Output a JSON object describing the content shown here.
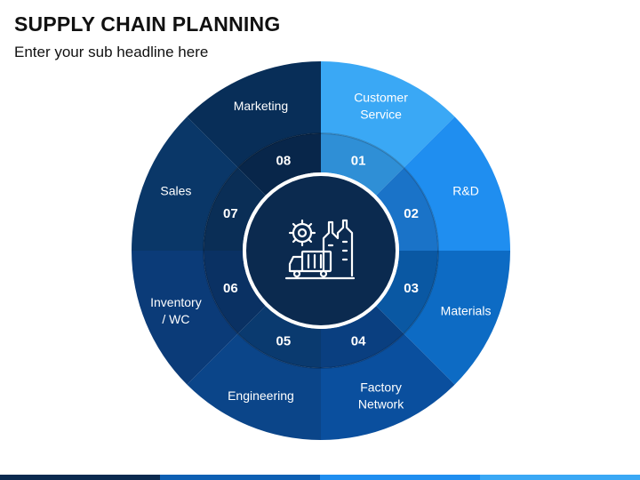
{
  "header": {
    "title": "SUPPLY CHAIN PLANNING",
    "subtitle": "Enter your sub headline here"
  },
  "diagram": {
    "segments": [
      {
        "num": "01",
        "label_lines": [
          "Customer",
          "Service"
        ],
        "outer_color": "#3aa8f5",
        "inner_color": "#2f8fd6"
      },
      {
        "num": "02",
        "label_lines": [
          "R&D"
        ],
        "outer_color": "#1f8ef0",
        "inner_color": "#1a73c8"
      },
      {
        "num": "03",
        "label_lines": [
          "Materials"
        ],
        "outer_color": "#0d6bc4",
        "inner_color": "#0a58a3"
      },
      {
        "num": "04",
        "label_lines": [
          "Factory",
          "Network"
        ],
        "outer_color": "#0a4f9e",
        "inner_color": "#0a3f80"
      },
      {
        "num": "05",
        "label_lines": [
          "Engineering"
        ],
        "outer_color": "#0b4589",
        "inner_color": "#0a3a6f"
      },
      {
        "num": "06",
        "label_lines": [
          "Inventory",
          "/ WC"
        ],
        "outer_color": "#0b3b78",
        "inner_color": "#0a3163"
      },
      {
        "num": "07",
        "label_lines": [
          "Sales"
        ],
        "outer_color": "#0a3768",
        "inner_color": "#0a2e56"
      },
      {
        "num": "08",
        "label_lines": [
          "Marketing"
        ],
        "outer_color": "#082e58",
        "inner_color": "#08264a"
      }
    ],
    "center_icon": "factory-gear-truck-icon",
    "center_color": "#0b2a4f"
  },
  "colors": {
    "bottom_bar": [
      "#0b2a4f",
      "#0d5fb3",
      "#1f8ef0",
      "#3aa8f5"
    ]
  }
}
